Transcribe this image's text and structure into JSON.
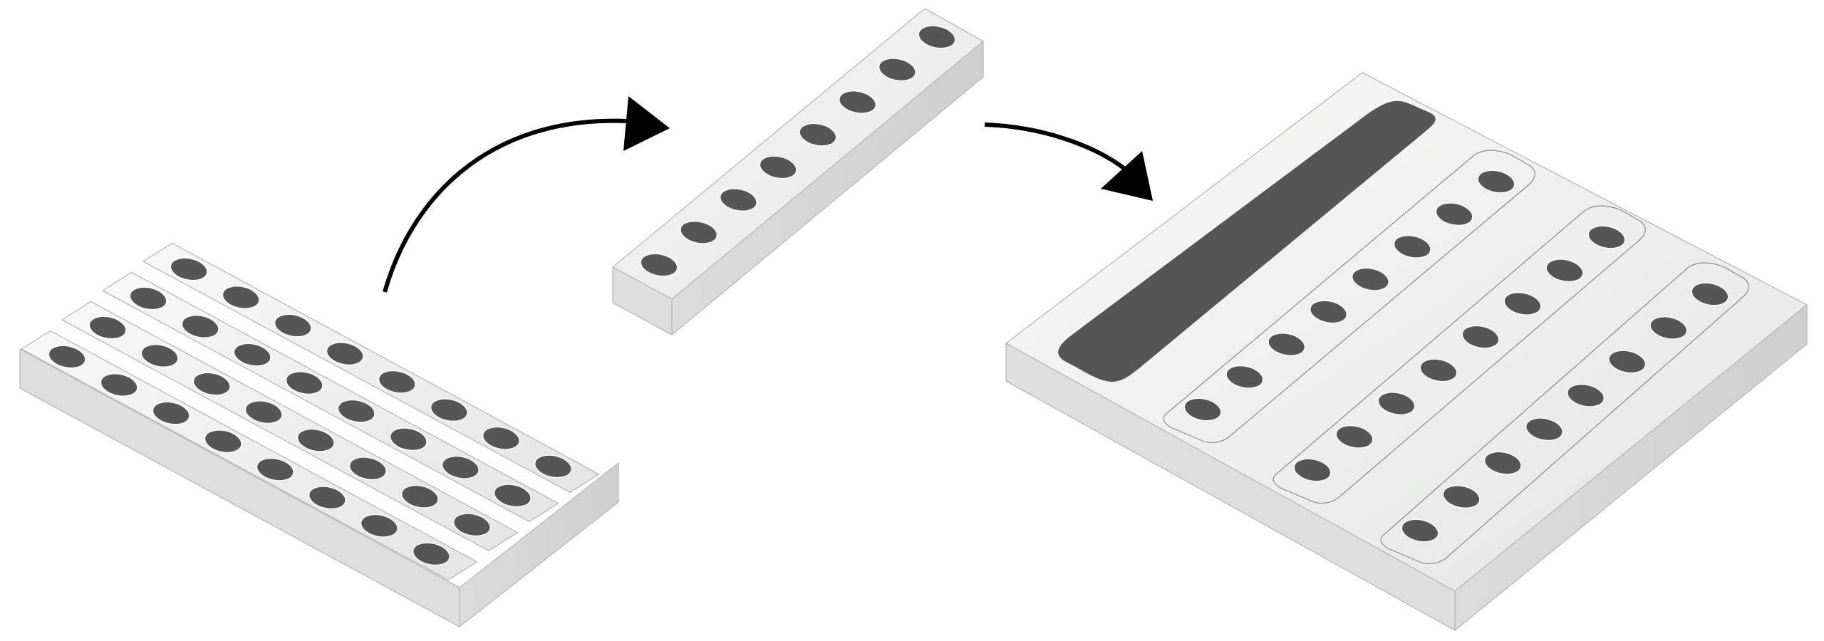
{
  "diagram": {
    "description_visible_text": "",
    "colors": {
      "surface_light": "#f3f4f3",
      "surface_mid": "#e6e7e6",
      "side_dark": "#d3d3d3",
      "well": "#555555",
      "arrow": "#000000"
    },
    "left_plate": {
      "strip_count": 4,
      "wells_per_strip": 8
    },
    "single_strip": {
      "wells": 8
    },
    "right_plate": {
      "reservoir_count": 1,
      "strip_slots": 3,
      "wells_per_slot": 8
    },
    "arrows": [
      "arrow-left-to-strip",
      "arrow-strip-to-right-plate"
    ]
  }
}
